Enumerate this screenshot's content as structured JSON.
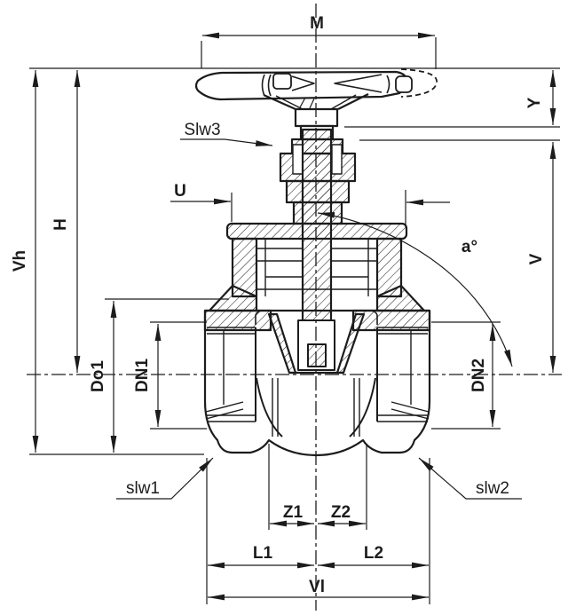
{
  "drawing": {
    "type": "technical-dimension-drawing",
    "subject": "gate-valve-cross-section",
    "background_color": "#ffffff",
    "line_color": "#1c1c1c",
    "labels": {
      "m": "M",
      "y": "Y",
      "v": "V",
      "vh": "Vh",
      "h": "H",
      "do1": "Do1",
      "dn1": "DN1",
      "dn2": "DN2",
      "u": "U",
      "slw3": "Slw3",
      "angle": "a°",
      "slw1": "slw1",
      "slw2": "slw2",
      "z1": "Z1",
      "z2": "Z2",
      "l1": "L1",
      "l2": "L2",
      "vl": "Vl"
    }
  }
}
